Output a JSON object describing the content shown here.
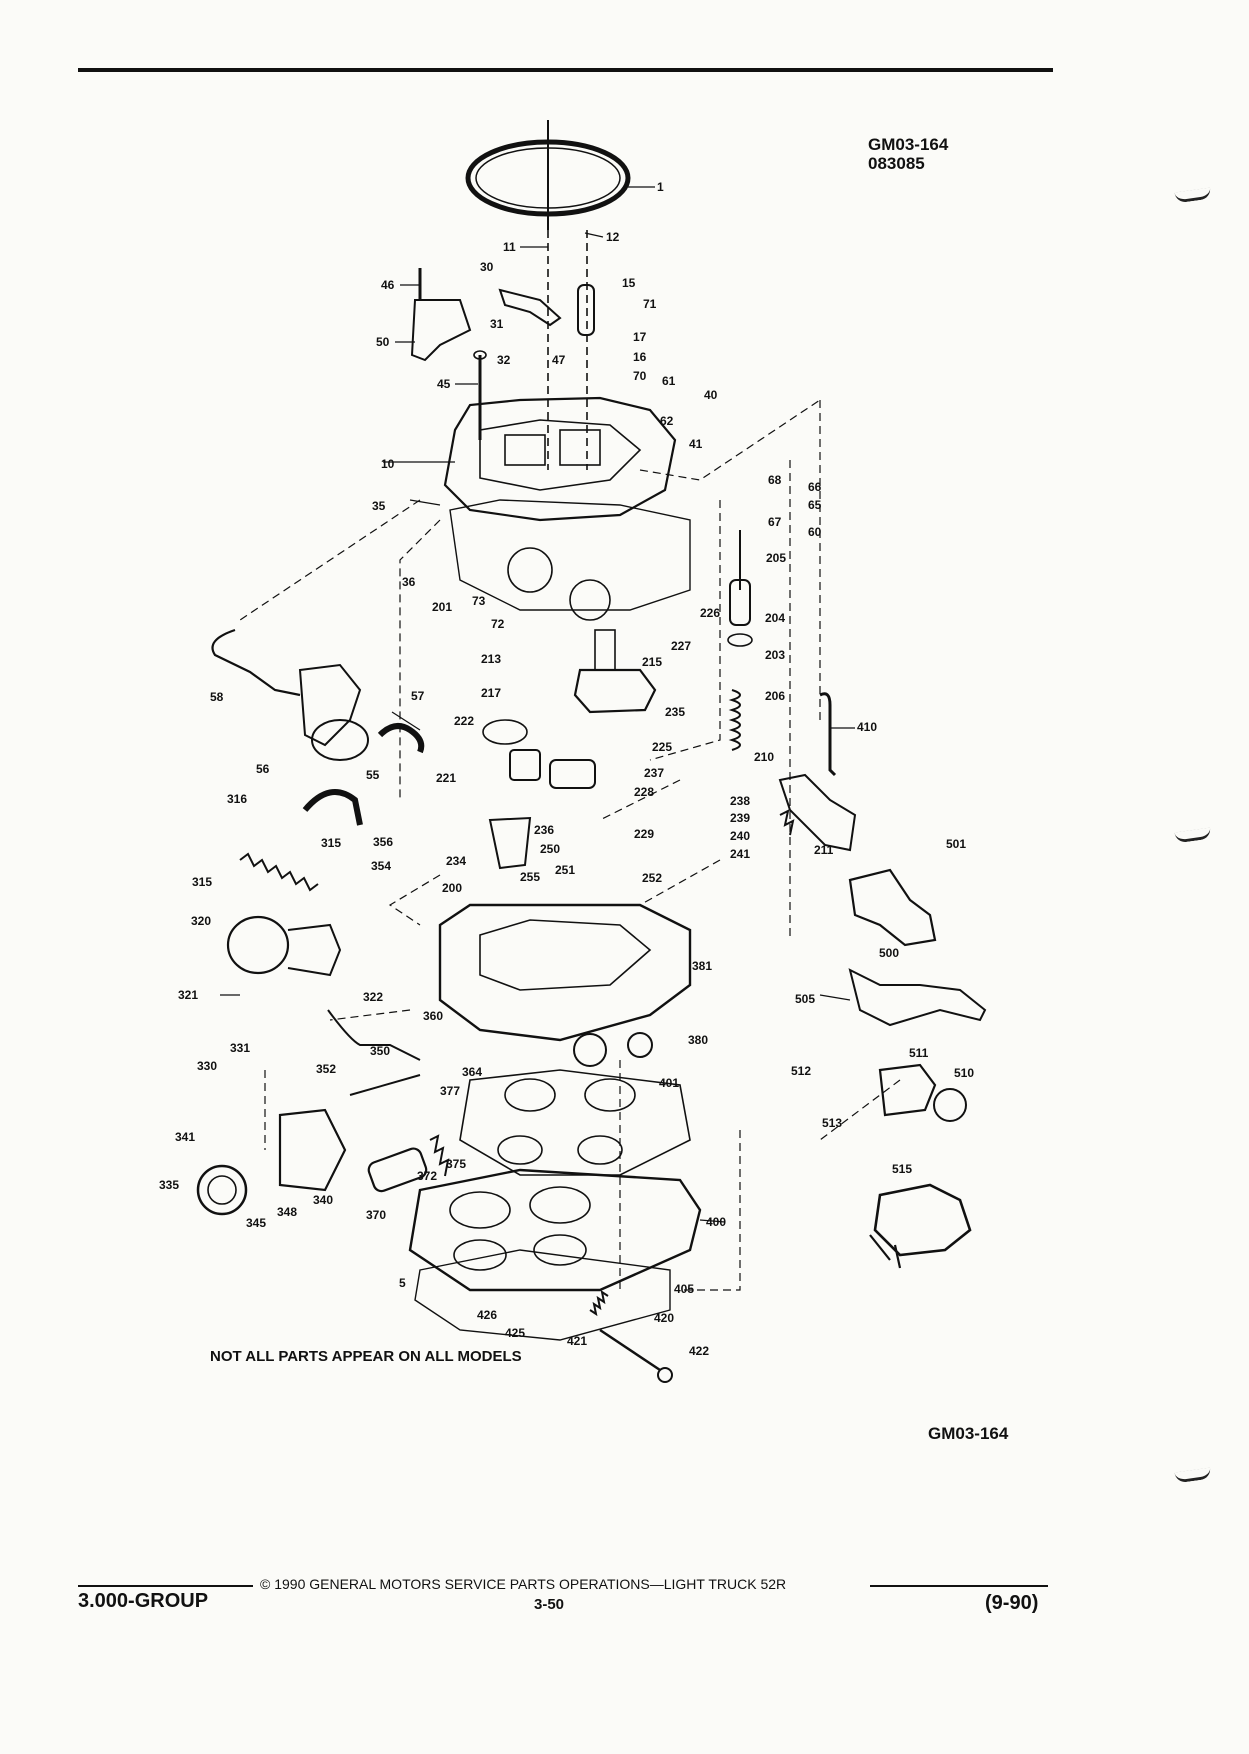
{
  "diagram": {
    "code_top": "GM03-164",
    "date_code": "083085",
    "code_bottom": "GM03-164",
    "note": "NOT ALL PARTS APPEAR ON ALL MODELS",
    "labels": [
      {
        "id": "p1",
        "text": "1"
      },
      {
        "id": "p12",
        "text": "12"
      },
      {
        "id": "p11",
        "text": "11"
      },
      {
        "id": "p30",
        "text": "30"
      },
      {
        "id": "p46",
        "text": "46"
      },
      {
        "id": "p15",
        "text": "15"
      },
      {
        "id": "p71",
        "text": "71"
      },
      {
        "id": "p31",
        "text": "31"
      },
      {
        "id": "p50",
        "text": "50"
      },
      {
        "id": "p17",
        "text": "17"
      },
      {
        "id": "p32",
        "text": "32"
      },
      {
        "id": "p47",
        "text": "47"
      },
      {
        "id": "p16",
        "text": "16"
      },
      {
        "id": "p45",
        "text": "45"
      },
      {
        "id": "p70",
        "text": "70"
      },
      {
        "id": "p61",
        "text": "61"
      },
      {
        "id": "p40",
        "text": "40"
      },
      {
        "id": "p62",
        "text": "62"
      },
      {
        "id": "p41",
        "text": "41"
      },
      {
        "id": "p10",
        "text": "10"
      },
      {
        "id": "p68",
        "text": "68"
      },
      {
        "id": "p66",
        "text": "66"
      },
      {
        "id": "p65",
        "text": "65"
      },
      {
        "id": "p67",
        "text": "67"
      },
      {
        "id": "p60",
        "text": "60"
      },
      {
        "id": "p35",
        "text": "35"
      },
      {
        "id": "p205",
        "text": "205"
      },
      {
        "id": "p36",
        "text": "36"
      },
      {
        "id": "p201",
        "text": "201"
      },
      {
        "id": "p73",
        "text": "73"
      },
      {
        "id": "p72",
        "text": "72"
      },
      {
        "id": "p226",
        "text": "226"
      },
      {
        "id": "p204",
        "text": "204"
      },
      {
        "id": "p227",
        "text": "227"
      },
      {
        "id": "p203",
        "text": "203"
      },
      {
        "id": "p213",
        "text": "213"
      },
      {
        "id": "p215",
        "text": "215"
      },
      {
        "id": "p217",
        "text": "217"
      },
      {
        "id": "p206",
        "text": "206"
      },
      {
        "id": "p58",
        "text": "58"
      },
      {
        "id": "p57",
        "text": "57"
      },
      {
        "id": "p235",
        "text": "235"
      },
      {
        "id": "p410",
        "text": "410"
      },
      {
        "id": "p222",
        "text": "222"
      },
      {
        "id": "p225",
        "text": "225"
      },
      {
        "id": "p56",
        "text": "56"
      },
      {
        "id": "p55",
        "text": "55"
      },
      {
        "id": "p210",
        "text": "210"
      },
      {
        "id": "p221",
        "text": "221"
      },
      {
        "id": "p237",
        "text": "237"
      },
      {
        "id": "p316",
        "text": "316"
      },
      {
        "id": "p228",
        "text": "228"
      },
      {
        "id": "p238",
        "text": "238"
      },
      {
        "id": "p239",
        "text": "239"
      },
      {
        "id": "p236",
        "text": "236"
      },
      {
        "id": "p229",
        "text": "229"
      },
      {
        "id": "p240",
        "text": "240"
      },
      {
        "id": "p315a",
        "text": "315"
      },
      {
        "id": "p356",
        "text": "356"
      },
      {
        "id": "p250",
        "text": "250"
      },
      {
        "id": "p241",
        "text": "241"
      },
      {
        "id": "p211",
        "text": "211"
      },
      {
        "id": "p501",
        "text": "501"
      },
      {
        "id": "p234",
        "text": "234"
      },
      {
        "id": "p354",
        "text": "354"
      },
      {
        "id": "p251",
        "text": "251"
      },
      {
        "id": "p255",
        "text": "255"
      },
      {
        "id": "p252",
        "text": "252"
      },
      {
        "id": "p315b",
        "text": "315"
      },
      {
        "id": "p200",
        "text": "200"
      },
      {
        "id": "p320",
        "text": "320"
      },
      {
        "id": "p500",
        "text": "500"
      },
      {
        "id": "p381",
        "text": "381"
      },
      {
        "id": "p321",
        "text": "321"
      },
      {
        "id": "p322",
        "text": "322"
      },
      {
        "id": "p505",
        "text": "505"
      },
      {
        "id": "p360",
        "text": "360"
      },
      {
        "id": "p380",
        "text": "380"
      },
      {
        "id": "p331",
        "text": "331"
      },
      {
        "id": "p350",
        "text": "350"
      },
      {
        "id": "p511",
        "text": "511"
      },
      {
        "id": "p330",
        "text": "330"
      },
      {
        "id": "p352",
        "text": "352"
      },
      {
        "id": "p364",
        "text": "364"
      },
      {
        "id": "p512",
        "text": "512"
      },
      {
        "id": "p510",
        "text": "510"
      },
      {
        "id": "p401",
        "text": "401"
      },
      {
        "id": "p377",
        "text": "377"
      },
      {
        "id": "p513",
        "text": "513"
      },
      {
        "id": "p341",
        "text": "341"
      },
      {
        "id": "p515",
        "text": "515"
      },
      {
        "id": "p375",
        "text": "375"
      },
      {
        "id": "p372",
        "text": "372"
      },
      {
        "id": "p335",
        "text": "335"
      },
      {
        "id": "p340",
        "text": "340"
      },
      {
        "id": "p348",
        "text": "348"
      },
      {
        "id": "p345",
        "text": "345"
      },
      {
        "id": "p370",
        "text": "370"
      },
      {
        "id": "p400",
        "text": "400"
      },
      {
        "id": "p5",
        "text": "5"
      },
      {
        "id": "p405",
        "text": "405"
      },
      {
        "id": "p426",
        "text": "426"
      },
      {
        "id": "p420",
        "text": "420"
      },
      {
        "id": "p425",
        "text": "425"
      },
      {
        "id": "p421",
        "text": "421"
      },
      {
        "id": "p422",
        "text": "422"
      }
    ]
  },
  "footer": {
    "copyright": "© 1990 GENERAL MOTORS SERVICE PARTS OPERATIONS—LIGHT TRUCK 52R",
    "page": "3-50",
    "group": "3.000-GROUP",
    "date": "(9-90)"
  }
}
